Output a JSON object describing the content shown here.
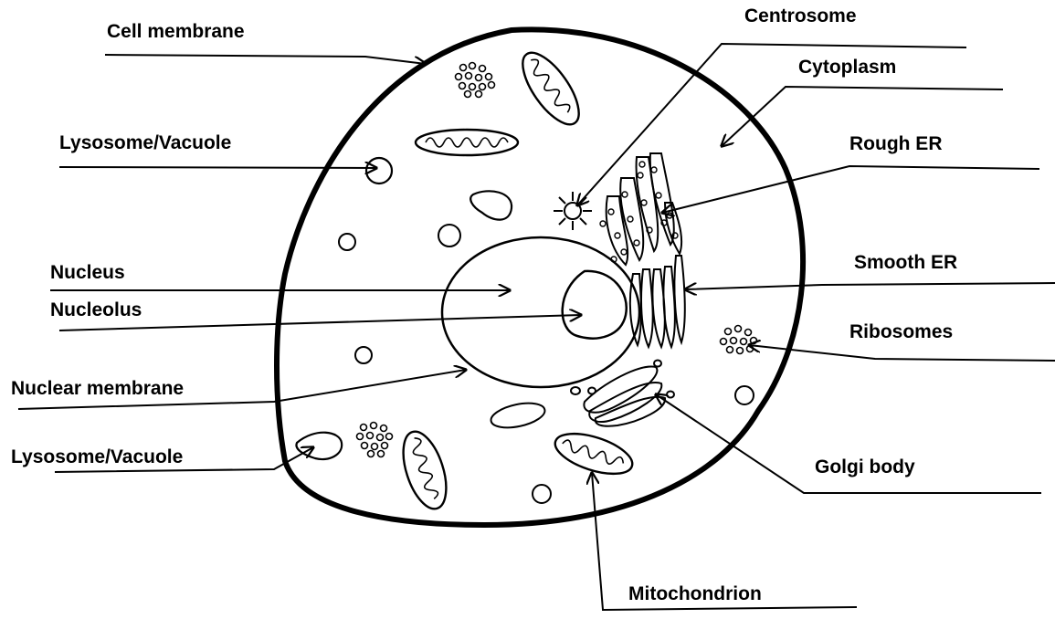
{
  "diagram": {
    "labels": {
      "cell_membrane": "Cell membrane",
      "lysosome_top": "Lysosome/Vacuole",
      "nucleus": "Nucleus",
      "nucleolus": "Nucleolus",
      "nuclear_membrane": "Nuclear membrane",
      "lysosome_bottom": "Lysosome/Vacuole",
      "centrosome": "Centrosome",
      "cytoplasm": "Cytoplasm",
      "rough_er": "Rough ER",
      "smooth_er": "Smooth ER",
      "ribosomes": "Ribosomes",
      "golgi_body": "Golgi body",
      "mitochondrion": "Mitochondrion"
    },
    "colors": {
      "ink": "#000000",
      "background": "#ffffff"
    }
  }
}
